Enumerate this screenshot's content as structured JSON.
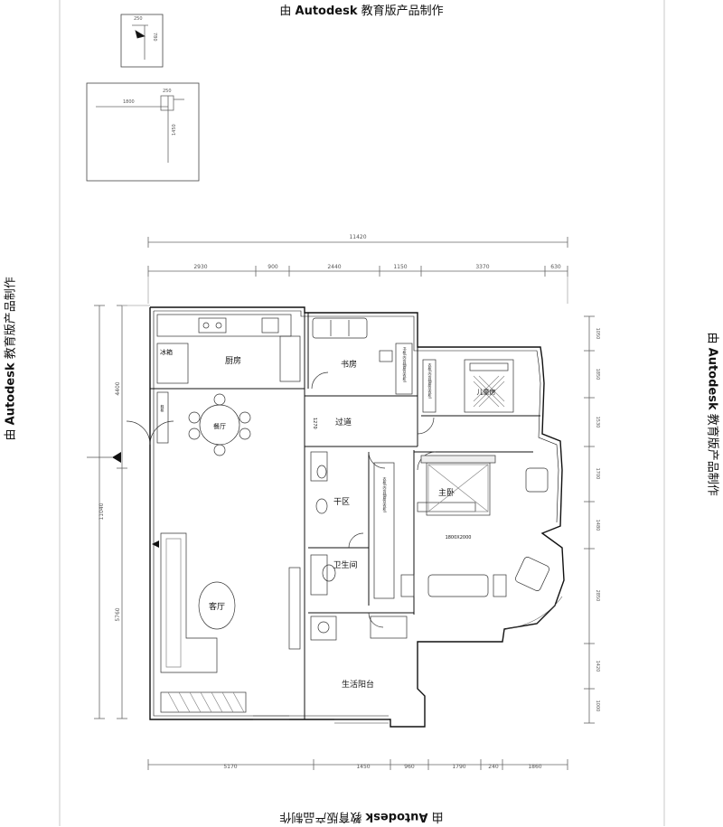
{
  "watermark": {
    "prefix": "由",
    "brand": "Autodesk",
    "suffix": "教育版产品制作"
  },
  "rooms": {
    "kitchen": "厨房",
    "fridge": "冰箱",
    "study": "书房",
    "dining": "餐厅",
    "corridor": "过道",
    "kids_room": "儿童房",
    "master_bedroom": "主卧",
    "drying": "干区",
    "bathroom": "卫生间",
    "living_room": "客厅",
    "service_balcony": "生活阳台"
  },
  "labels": {
    "bed_size": "1800X2000",
    "kids_wardrobe": "衣柜(内含抽屉及衣柜)",
    "master_wardrobe": "衣柜(内含抽屉及衣柜)",
    "study_cabinet": "书柜(内含抽屉及衣柜)",
    "shoe_cabinet": "鞋柜"
  },
  "dimensions": {
    "overall_top": "11420",
    "top_segments": [
      "2930",
      "900",
      "2440",
      "1150",
      "3370",
      "630"
    ],
    "bottom_segments": [
      "5170",
      "1450",
      "960",
      "1790",
      "240",
      "1860"
    ],
    "left_upper": "4400",
    "left_middle": "11040",
    "left_lower": "5760",
    "right_segments": [
      "1050",
      "1850",
      "1530",
      "1700",
      "1480",
      "2850",
      "1420",
      "1000"
    ],
    "corridor_width": "1270",
    "key1_a": "780",
    "key1_b": "250",
    "key2_a": "1800",
    "key2_b": "250",
    "key2_c": "1450"
  }
}
